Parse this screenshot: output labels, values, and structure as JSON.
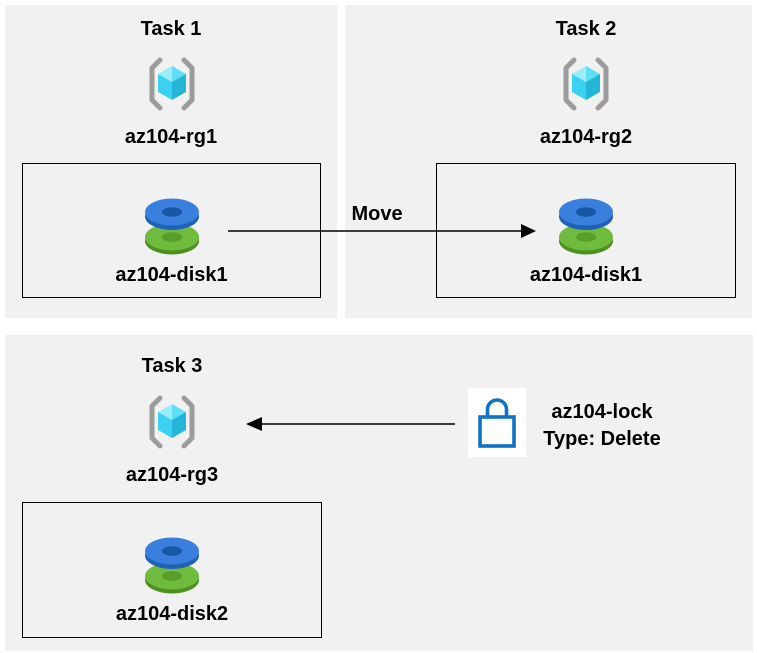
{
  "diagram": {
    "panels": [
      {
        "title": "Task 1",
        "resource_group": "az104-rg1",
        "box_resource": "az104-disk1"
      },
      {
        "title": "Task 2",
        "resource_group": "az104-rg2",
        "box_resource": "az104-disk1"
      },
      {
        "title": "Task 3",
        "resource_group": "az104-rg3",
        "box_resource": "az104-disk2"
      }
    ],
    "move_arrow": {
      "label": "Move"
    },
    "lock": {
      "name": "az104-lock",
      "type": "Type: Delete"
    },
    "icons": {
      "resource_group": "resource-group-icon",
      "disk": "disk-icon",
      "lock": "lock-icon",
      "arrow_right": "arrow-right",
      "arrow_left": "arrow-left"
    },
    "colors": {
      "panel_bg": "#F1F1F1",
      "outline": "#000000",
      "bracket_gray": "#9C9C9C",
      "cube_cyan_lightest": "#9AEDFB",
      "cube_cyan_light": "#5FDEF5",
      "cube_cyan_bright": "#3BD2F1",
      "cube_teal_dark": "#23B6D8",
      "disk_blue_top": "#3B7FDE",
      "disk_blue_rim": "#2160B8",
      "disk_blue_hole": "#1757A4",
      "disk_green_top": "#6EBB3D",
      "disk_green_rim": "#4E8F21",
      "disk_green_hole": "#579E2A",
      "lock_blue": "#1072C6",
      "lock_bg": "#FFFFFF"
    }
  }
}
